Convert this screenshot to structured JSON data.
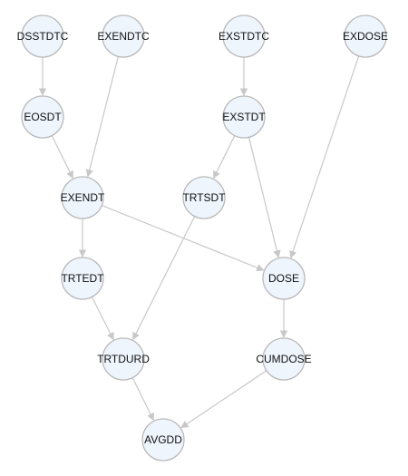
{
  "graph": {
    "nodes": [
      {
        "id": "DSSTDTC",
        "label": "DSSTDTC"
      },
      {
        "id": "EXENDTC",
        "label": "EXENDTC"
      },
      {
        "id": "EXSTDTC",
        "label": "EXSTDTC"
      },
      {
        "id": "EXDOSE",
        "label": "EXDOSE"
      },
      {
        "id": "EOSDT",
        "label": "EOSDT"
      },
      {
        "id": "EXSTDT",
        "label": "EXSTDT"
      },
      {
        "id": "EXENDT",
        "label": "EXENDT"
      },
      {
        "id": "TRTSDT",
        "label": "TRTSDT"
      },
      {
        "id": "TRTEDT",
        "label": "TRTEDT"
      },
      {
        "id": "DOSE",
        "label": "DOSE"
      },
      {
        "id": "TRTDURD",
        "label": "TRTDURD"
      },
      {
        "id": "CUMDOSE",
        "label": "CUMDOSE"
      },
      {
        "id": "AVGDD",
        "label": "AVGDD"
      }
    ],
    "edges": [
      {
        "from": "DSSTDTC",
        "to": "EOSDT"
      },
      {
        "from": "EXENDTC",
        "to": "EXENDT"
      },
      {
        "from": "EOSDT",
        "to": "EXENDT"
      },
      {
        "from": "EXSTDTC",
        "to": "EXSTDT"
      },
      {
        "from": "EXSTDT",
        "to": "TRTSDT"
      },
      {
        "from": "EXSTDT",
        "to": "DOSE"
      },
      {
        "from": "EXDOSE",
        "to": "DOSE"
      },
      {
        "from": "EXENDT",
        "to": "DOSE"
      },
      {
        "from": "EXENDT",
        "to": "TRTEDT"
      },
      {
        "from": "TRTSDT",
        "to": "TRTDURD"
      },
      {
        "from": "TRTEDT",
        "to": "TRTDURD"
      },
      {
        "from": "DOSE",
        "to": "CUMDOSE"
      },
      {
        "from": "TRTDURD",
        "to": "AVGDD"
      },
      {
        "from": "CUMDOSE",
        "to": "AVGDD"
      }
    ],
    "colors": {
      "node_fill": "#eef5fd",
      "node_stroke": "#b9b9b9",
      "edge": "#c8c8c8",
      "label": "#111111"
    }
  }
}
